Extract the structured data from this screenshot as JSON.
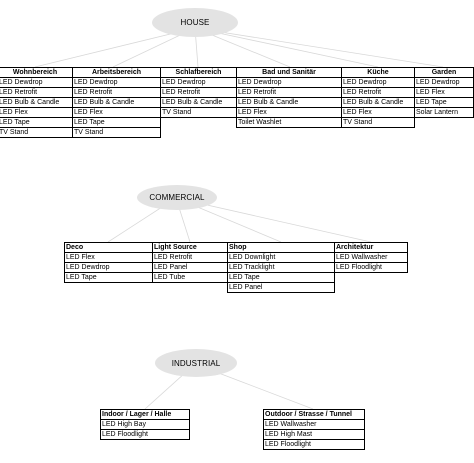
{
  "house": {
    "label": "HOUSE",
    "columns": [
      {
        "header": "Wohnbereich",
        "items": [
          "LED Dewdrop",
          "LED Retrofit",
          "LED Bulb & Candle",
          "LED Flex",
          "LED Tape",
          "TV Stand"
        ]
      },
      {
        "header": "Arbeitsbereich",
        "items": [
          "LED Dewdrop",
          "LED Retrofit",
          "LED Bulb & Candle",
          "LED Flex",
          "LED Tape",
          "TV Stand"
        ]
      },
      {
        "header": "Schlafbereich",
        "items": [
          "LED Dewdrop",
          "LED Retrofit",
          "LED Bulb & Candle",
          "TV Stand"
        ]
      },
      {
        "header": "Bad und Sanitär",
        "items": [
          "LED Dewdrop",
          "LED Retrofit",
          "LED Bulb & Candle",
          "LED Flex",
          "Toilet Washlet"
        ]
      },
      {
        "header": "Küche",
        "items": [
          "LED Dewdrop",
          "LED Retrofit",
          "LED Bulb & Candle",
          "LED Flex",
          "TV Stand"
        ]
      },
      {
        "header": "Garden",
        "items": [
          "LED Dewdrop",
          "LED Flex",
          "LED Tape",
          "Solar Lantern"
        ]
      }
    ]
  },
  "commercial": {
    "label": "COMMERCIAL",
    "columns": [
      {
        "header": "Deco",
        "items": [
          "LED Flex",
          "LED Dewdrop",
          "LED Tape"
        ]
      },
      {
        "header": "Light Source",
        "items": [
          "LED Retrofit",
          "LED Panel",
          "LED Tube"
        ]
      },
      {
        "header": "Shop",
        "items": [
          "LED Downlight",
          "LED Tracklight",
          "LED Tape",
          "LED Panel"
        ]
      },
      {
        "header": "Architektur",
        "items": [
          "LED Wallwasher",
          "LED Floodlight"
        ]
      }
    ]
  },
  "industrial": {
    "label": "INDUSTRIAL",
    "columns": [
      {
        "header": "Indoor / Lager / Halle",
        "items": [
          "LED High Bay",
          "LED Floodlight"
        ]
      },
      {
        "header": "Outdoor / Strasse / Tunnel",
        "items": [
          "LED Wallwasher",
          "LED High Mast",
          "LED Floodlight"
        ]
      }
    ]
  }
}
